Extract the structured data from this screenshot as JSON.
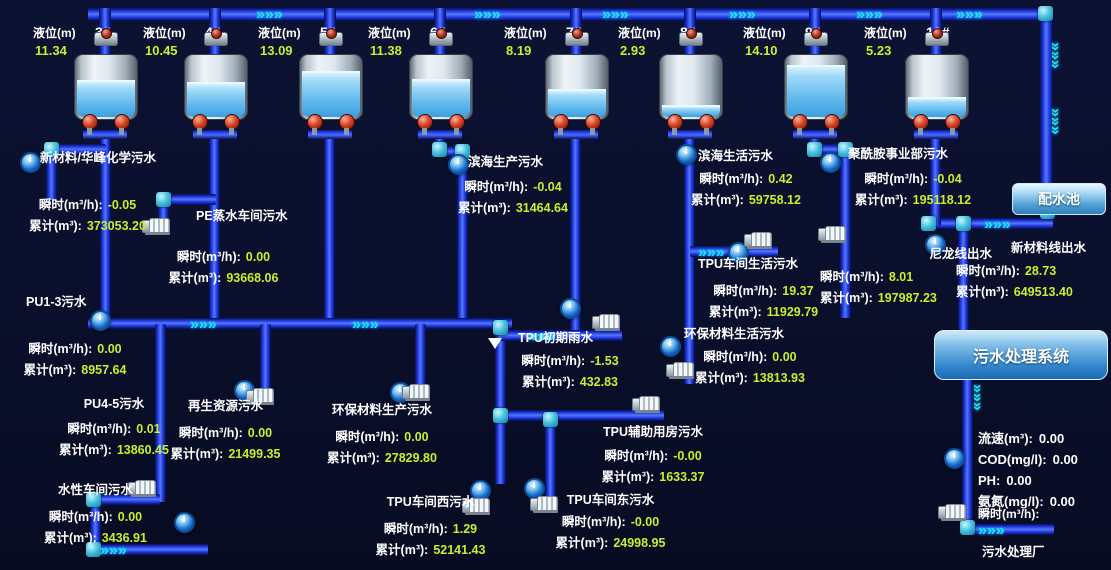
{
  "tanks": [
    {
      "num": "3#",
      "level_label": "液位(m)",
      "level": "11.34",
      "fill_pct": 55
    },
    {
      "num": "4#",
      "level_label": "液位(m)",
      "level": "10.45",
      "fill_pct": 52
    },
    {
      "num": "5#",
      "level_label": "液位(m)",
      "level": "13.09",
      "fill_pct": 68
    },
    {
      "num": "6#",
      "level_label": "液位(m)",
      "level": "11.38",
      "fill_pct": 56
    },
    {
      "num": "7#",
      "level_label": "液位(m)",
      "level": "8.19",
      "fill_pct": 40
    },
    {
      "num": "8#",
      "level_label": "液位(m)",
      "level": "2.93",
      "fill_pct": 15
    },
    {
      "num": "9#",
      "level_label": "液位(m)",
      "level": "14.10",
      "fill_pct": 78
    },
    {
      "num": "10#",
      "level_label": "液位(m)",
      "level": "5.23",
      "fill_pct": 28
    }
  ],
  "meters": [
    {
      "title": "新材料/华峰化学污水",
      "inst_label": "瞬时(m³/h):",
      "inst": "-0.05",
      "total_label": "累计(m³):",
      "total": "373053.20"
    },
    {
      "title": "PE蒸水车间污水",
      "inst_label": "瞬时(m³/h):",
      "inst": "0.00",
      "total_label": "累计(m³):",
      "total": "93668.06"
    },
    {
      "title": "滨海生产污水",
      "inst_label": "瞬时(m³/h):",
      "inst": "-0.04",
      "total_label": "累计(m³):",
      "total": "31464.64"
    },
    {
      "title": "滨海生活污水",
      "inst_label": "瞬时(m³/h):",
      "inst": "0.42",
      "total_label": "累计(m³):",
      "total": "59758.12"
    },
    {
      "title": "聚酰胺事业部污水",
      "inst_label": "瞬时(m³/h):",
      "inst": "-0.04",
      "total_label": "累计(m³):",
      "total": "195118.12"
    },
    {
      "title": "TPU车间生活污水",
      "inst_label": "瞬时(m³/h):",
      "inst": "19.37",
      "total_label": "累计(m³):",
      "total": "11929.79"
    },
    {
      "title": "尼龙线出水",
      "inst_label": "瞬时(m³/h):",
      "inst": "8.01",
      "total_label": "累计(m³):",
      "total": "197987.23"
    },
    {
      "title": "新材料线出水",
      "inst_label": "瞬时(m³/h):",
      "inst": "28.73",
      "total_label": "累计(m³):",
      "total": "649513.40"
    },
    {
      "title": "PU1-3污水",
      "inst_label": "瞬时(m³/h):",
      "inst": "0.00",
      "total_label": "累计(m³):",
      "total": "8957.64"
    },
    {
      "title": "TPU初期雨水",
      "inst_label": "瞬时(m³/h):",
      "inst": "-1.53",
      "total_label": "累计(m³):",
      "total": "432.83"
    },
    {
      "title": "环保材料生活污水",
      "inst_label": "瞬时(m³/h):",
      "inst": "0.00",
      "total_label": "累计(m³):",
      "total": "13813.93"
    },
    {
      "title": "PU4-5污水",
      "inst_label": "瞬时(m³/h):",
      "inst": "0.01",
      "total_label": "累计(m³):",
      "total": "13860.45"
    },
    {
      "title": "再生资源污水",
      "inst_label": "瞬时(m³/h):",
      "inst": "0.00",
      "total_label": "累计(m³):",
      "total": "21499.35"
    },
    {
      "title": "环保材料生产污水",
      "inst_label": "瞬时(m³/h):",
      "inst": "0.00",
      "total_label": "累计(m³):",
      "total": "27829.80"
    },
    {
      "title": "TPU辅助用房污水",
      "inst_label": "瞬时(m³/h):",
      "inst": "-0.00",
      "total_label": "累计(m³):",
      "total": "1633.37"
    },
    {
      "title": "水性车间污水",
      "inst_label": "瞬时(m³/h):",
      "inst": "0.00",
      "total_label": "累计(m³):",
      "total": "3436.91"
    },
    {
      "title": "TPU车间西污水",
      "inst_label": "瞬时(m³/h):",
      "inst": "1.29",
      "total_label": "累计(m³):",
      "total": "52141.43"
    },
    {
      "title": "TPU车间东污水",
      "inst_label": "瞬时(m³/h):",
      "inst": "-0.00",
      "total_label": "累计(m³):",
      "total": "24998.95"
    }
  ],
  "right_panel": {
    "distribution_pool": "配水池",
    "treatment_system": "污水处理系统",
    "stats": [
      {
        "label": "流速(m³):",
        "value": "0.00"
      },
      {
        "label": "COD(mg/l):",
        "value": "0.00"
      },
      {
        "label": "PH:",
        "value": "0.00"
      },
      {
        "label": "氨氮(mg/l):",
        "value": "0.00"
      }
    ],
    "outlet_inst_label": "瞬时(m³/h):",
    "treatment_plant": "污水处理厂"
  }
}
